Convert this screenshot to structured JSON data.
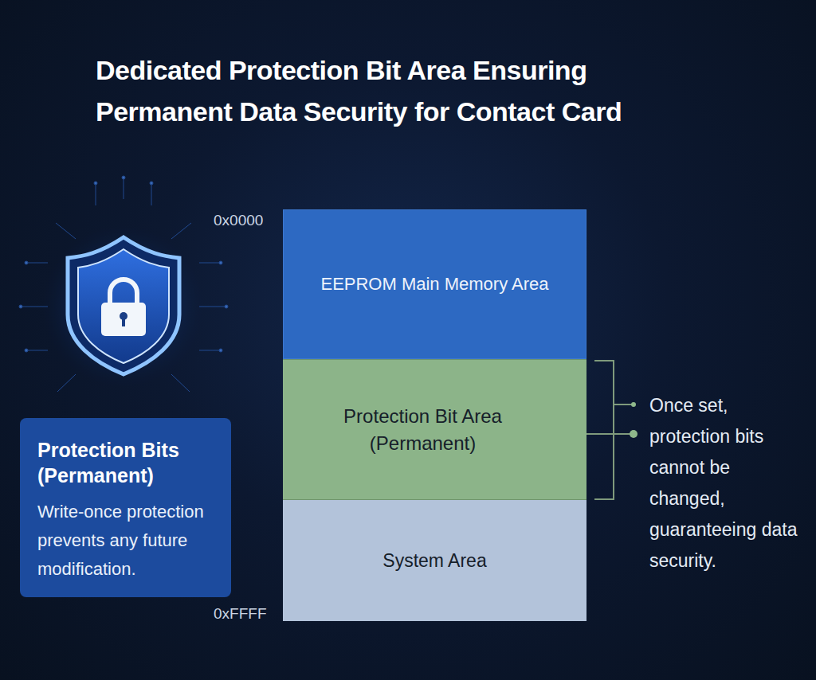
{
  "diagram": {
    "title": "Dedicated Protection Bit Area Ensuring Permanent Data Security for Contact Card",
    "nodes": [
      {
        "text": [
          "EEPROM Main Memory Area"
        ]
      },
      {
        "text": [
          "Protection Bit Area (Permanent)"
        ]
      },
      {
        "text": [
          "System Area"
        ]
      },
      {
        "text": [
          "Protection Bits (Permanent)",
          "Write-once protection prevents any future modification."
        ]
      }
    ],
    "labels": [
      "0x0000",
      "0xFFFF",
      "Once set, protection bits cannot be changed, guaranteeing data security."
    ]
  }
}
